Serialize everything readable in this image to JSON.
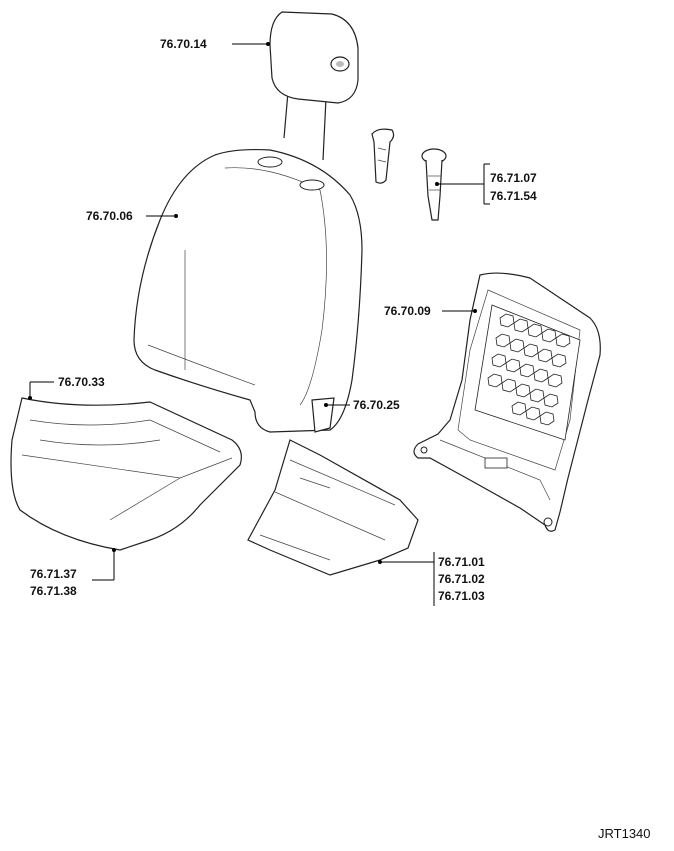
{
  "callouts": {
    "c1": "76.70.14",
    "c2": "76.70.06",
    "c3": "76.71.07",
    "c4": "76.71.54",
    "c5": "76.70.09",
    "c6": "76.70.33",
    "c7": "76.70.25",
    "c8": "76.71.37",
    "c9": "76.71.38",
    "c10": "76.71.01",
    "c11": "76.71.02",
    "c12": "76.71.03"
  },
  "drawing_ref": "JRT1340"
}
